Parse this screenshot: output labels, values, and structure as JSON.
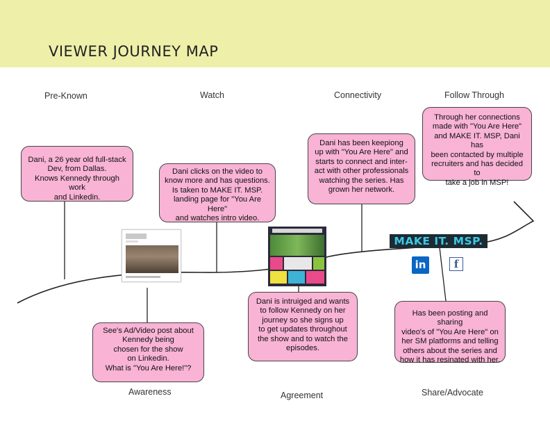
{
  "title": "VIEWER JOURNEY MAP",
  "stages_top": [
    "Pre-Known",
    "Watch",
    "Connectivity",
    "Follow Through"
  ],
  "stages_bottom": [
    "Awareness",
    "Agreement",
    "Share/Advocate"
  ],
  "notes": {
    "pre_known": [
      "Dani, a 26 year old full-stack",
      "Dev, from Dallas.",
      "Knows Kennedy through work",
      "and Linkedin."
    ],
    "watch": [
      "Dani clicks on the video to",
      "know more and has questions.",
      "Is taken to MAKE IT. MSP.",
      "landing page for \"You Are Here\"",
      "and watches intro video."
    ],
    "connectivity": [
      "Dani has been keepiong",
      "up with \"You Are Here\" and",
      "starts to connect and inter-",
      "act with other professionals",
      "watching the series. Has",
      "grown her network."
    ],
    "follow_through": [
      "Through her connections",
      "made with \"You Are Here\"",
      "and MAKE IT. MSP, Dani has",
      "been contacted by multiple",
      "recruiters and has decided to",
      "take a job in MSP!"
    ],
    "awareness": [
      "See's Ad/Video post about",
      "Kennedy being",
      "chosen for the show",
      "on Linkedin.",
      "What is \"You Are Here!\"?"
    ],
    "agreement": [
      "Dani is intruiged and wants",
      "to follow Kennedy on her",
      "journey so she signs up",
      "to get updates throughout",
      "the show and to watch the",
      "episodes."
    ],
    "share_advocate": [
      "Has been posting and sharing",
      "video's of \"You Are Here\" on",
      "her SM platforms and telling",
      "others about the series and",
      "how it has resinated with her."
    ]
  },
  "logo_text": "MAKE IT. MSP.",
  "logo_colors": {
    "background": "#1d2b33",
    "text": "#3cc9e8"
  },
  "social_icons": [
    "linkedin-icon",
    "facebook-icon"
  ],
  "colors": {
    "banner": "#eef0a9",
    "note_fill": "#f8b3d5",
    "note_border": "#444444",
    "line": "#222222"
  }
}
